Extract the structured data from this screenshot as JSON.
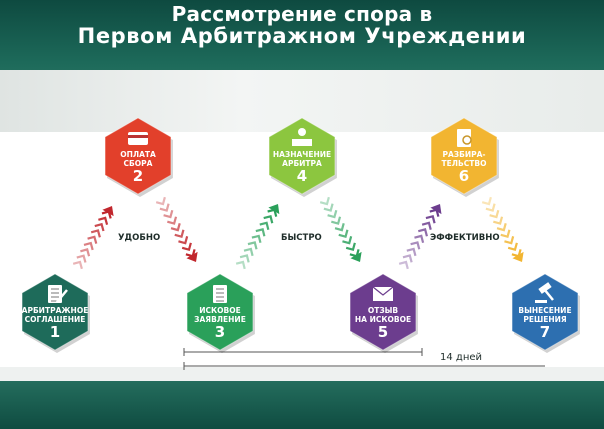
{
  "title": {
    "line1": "Рассмотрение спора в",
    "line2": "Первом Арбитражном Учреждении"
  },
  "steps": [
    {
      "number": "1",
      "line1": "АРБИТРАЖНОЕ",
      "line2": "СОГЛАШЕНИЕ",
      "color": "#1e6b5a",
      "icon": "document-pen-icon"
    },
    {
      "number": "2",
      "line1": "ОПЛАТА",
      "line2": "СБОРА",
      "color": "#e2402b",
      "icon": "payment-card-icon"
    },
    {
      "number": "3",
      "line1": "ИСКОВОЕ",
      "line2": "ЗАЯВЛЕНИЕ",
      "color": "#2aa05a",
      "icon": "document-icon"
    },
    {
      "number": "4",
      "line1": "НАЗНАЧЕНИЕ",
      "line2": "АРБИТРА",
      "color": "#8cc63f",
      "icon": "arbiter-icon"
    },
    {
      "number": "5",
      "line1": "ОТЗЫВ",
      "line2": "НА ИСКОВОЕ",
      "color": "#6c3d8e",
      "icon": "envelope-icon"
    },
    {
      "number": "6",
      "line1": "РАЗБИРА-",
      "line2": "ТЕЛЬСТВО",
      "color": "#f2b531",
      "icon": "document-search-icon"
    },
    {
      "number": "7",
      "line1": "ВЫНЕСЕНИЕ",
      "line2": "РЕШЕНИЯ",
      "color": "#2d6fb0",
      "icon": "gavel-icon"
    }
  ],
  "words": [
    "УДОБНО",
    "БЫСТРО",
    "ЭФФЕКТИВНО"
  ],
  "duration": "14 дней",
  "colors": {
    "dark_green": "#0f4c41",
    "arrow_red": "#c1272d",
    "arrow_green": "#2aa05a",
    "arrow_purple": "#6c3d8e",
    "arrow_yellow": "#f2b531",
    "arrow_blue": "#2d6fb0"
  }
}
